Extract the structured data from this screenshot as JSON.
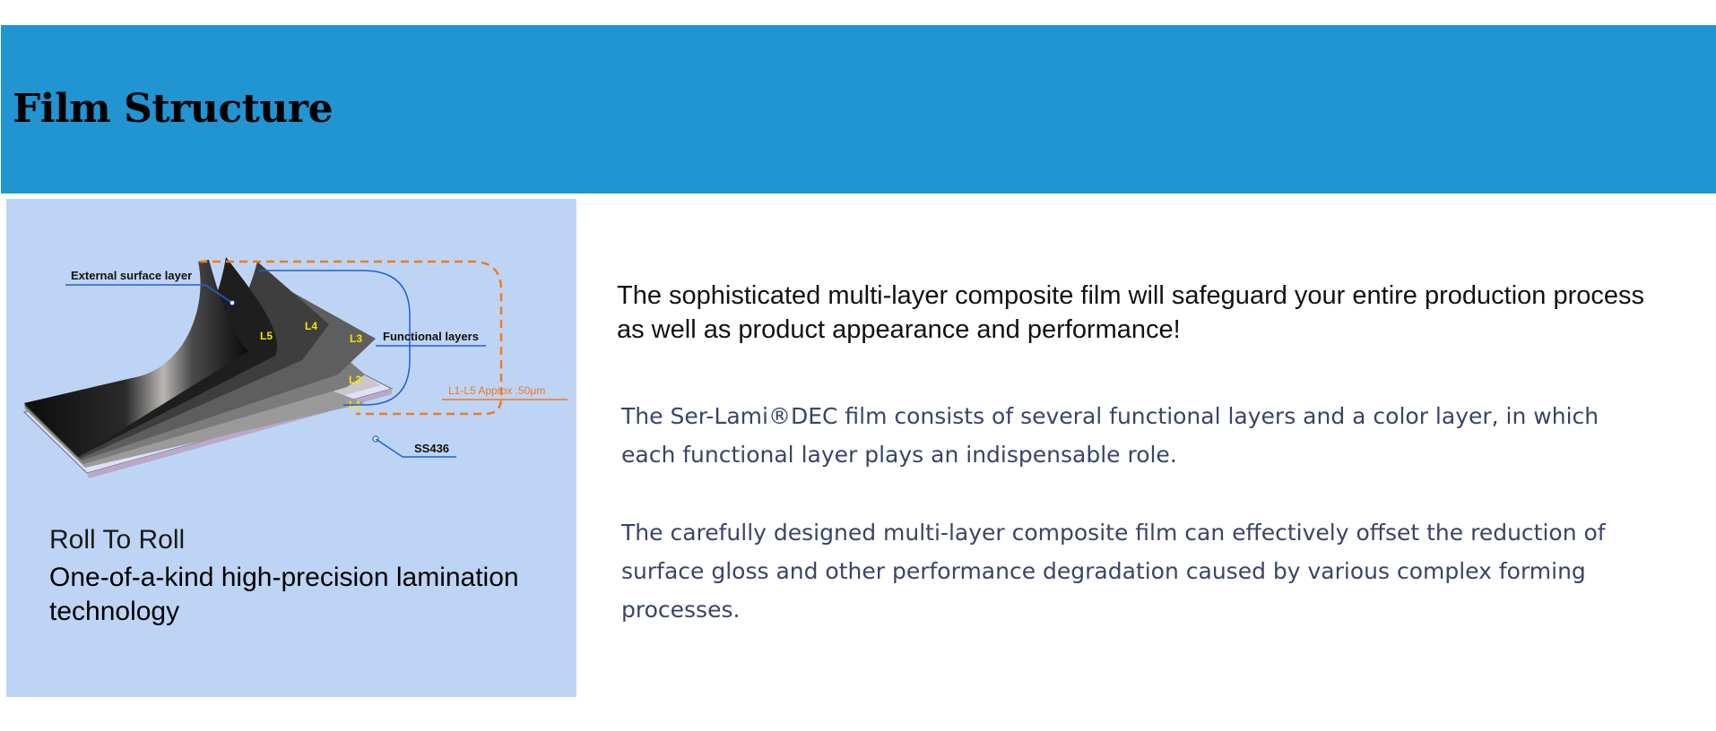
{
  "header": {
    "title": "Film Structure"
  },
  "diagram": {
    "labels": {
      "external": "External surface layer",
      "functional": "Functional layers",
      "thickness": "L1-L5 Approx .50μm",
      "substrate": "SS436"
    },
    "layers": [
      "L5",
      "L4",
      "L3",
      "L2",
      "L1"
    ]
  },
  "left": {
    "title": "Roll To Roll",
    "description": "One-of-a-kind high-precision lamination technology"
  },
  "main": {
    "lead": "The sophisticated multi-layer composite film will safeguard your entire production process as well as product appearance and performance!",
    "paragraphs": [
      "The Ser-Lami®DEC film consists of several functional layers and a color layer, in which each functional layer plays an indispensable role.",
      "The carefully designed multi-layer composite film can effectively offset the reduction of surface gloss and other performance degradation caused by various complex forming processes."
    ]
  },
  "colors": {
    "banner": "#2194d2",
    "panel": "#bed4f4",
    "layer_label": "#f2e600",
    "orange_callout": "#f07a1e",
    "blue_callout": "#1f5fd6"
  }
}
